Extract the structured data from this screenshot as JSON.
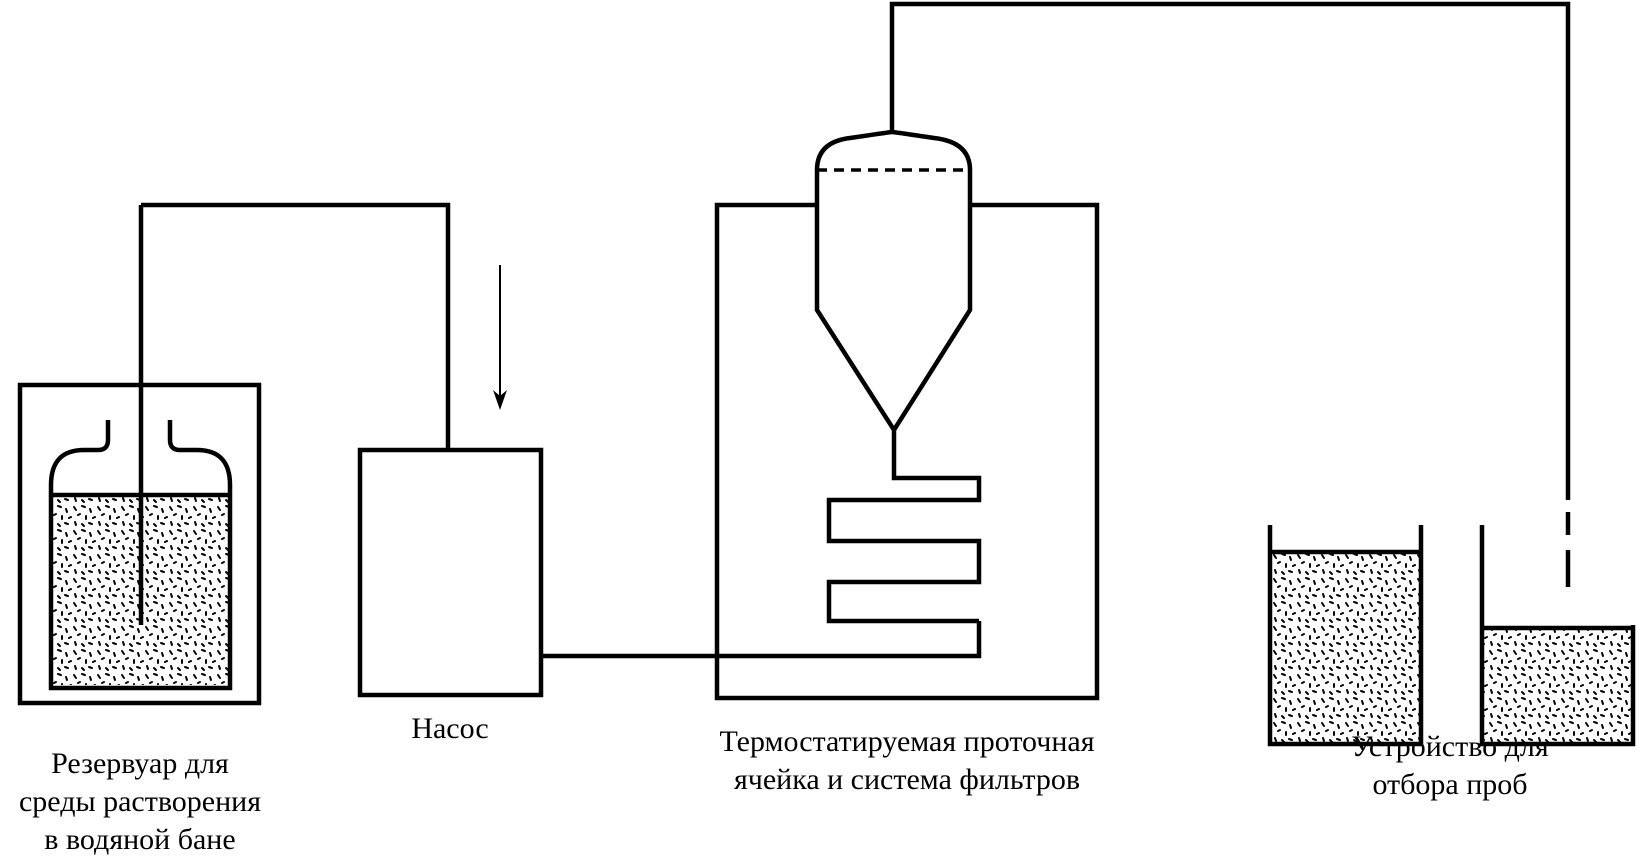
{
  "labels": {
    "reservoir": [
      "Резервуар для",
      "среды растворения",
      "в водяной бане"
    ],
    "pump": [
      "Насос"
    ],
    "flow_cell": [
      "Термостатируемая проточная",
      "ячейка и система фильтров"
    ],
    "sampler": [
      "Устройство для",
      "отбора проб"
    ]
  },
  "colors": {
    "line": "#000000",
    "background": "#ffffff"
  }
}
